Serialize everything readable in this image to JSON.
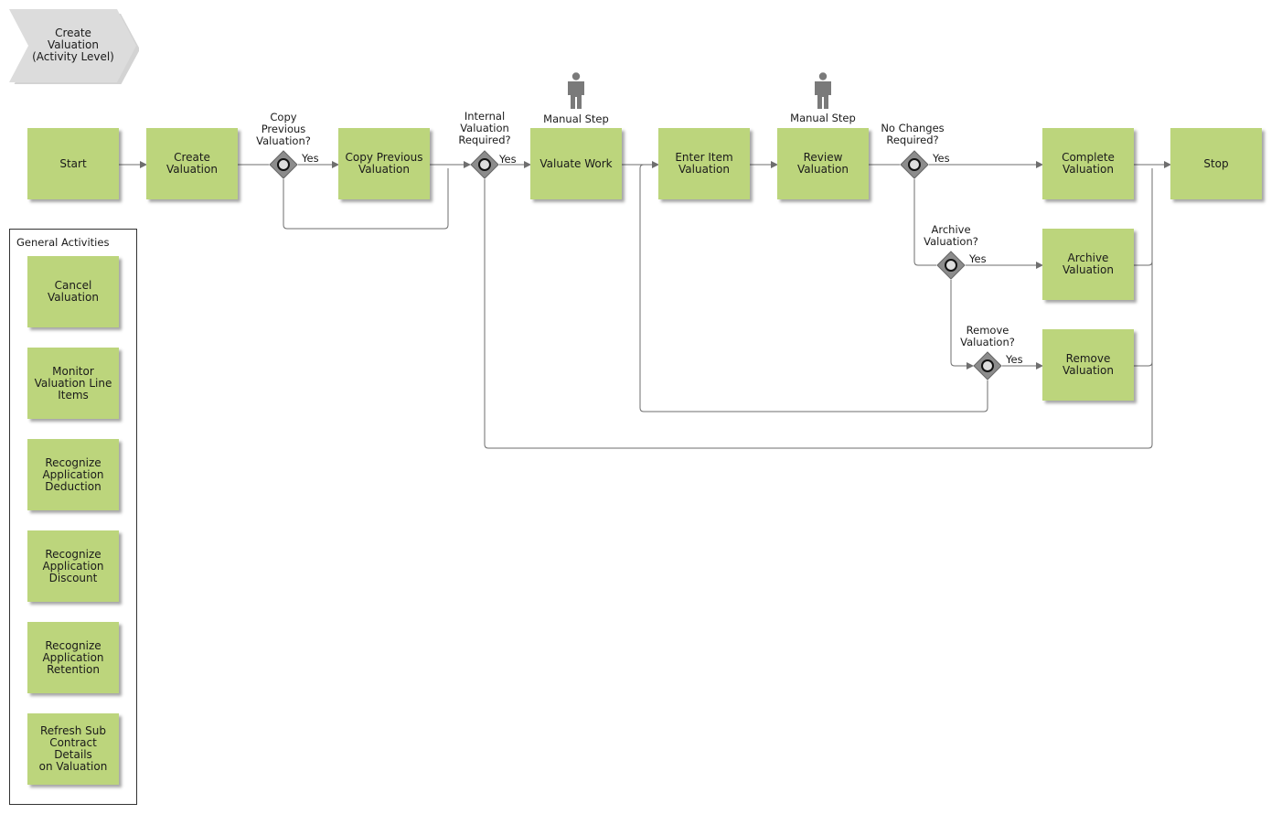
{
  "header": {
    "chevron_label": "Create\nValuation\n(Activity Level)"
  },
  "activities": {
    "start": "Start",
    "create_valuation": "Create Valuation",
    "copy_previous_valuation": "Copy Previous\nValuation",
    "valuate_work": "Valuate Work",
    "enter_item_valuation": "Enter Item\nValuation",
    "review_valuation": "Review\nValuation",
    "complete_valuation": "Complete\nValuation",
    "stop": "Stop",
    "archive_valuation": "Archive\nValuation",
    "remove_valuation": "Remove\nValuation"
  },
  "gateways": {
    "copy_previous": "Copy\nPrevious\nValuation?",
    "internal_valuation": "Internal\nValuation\nRequired?",
    "no_changes": "No Changes\nRequired?",
    "archive": "Archive\nValuation?",
    "remove": "Remove\nValuation?"
  },
  "flow_labels": {
    "yes": "Yes"
  },
  "manual_step_label": "Manual Step",
  "general_activities": {
    "title": "General Activities",
    "items": [
      "Cancel Valuation",
      "Monitor\nValuation Line\nItems",
      "Recognize\nApplication\nDeduction",
      "Recognize\nApplication\nDiscount",
      "Recognize\nApplication\nRetention",
      "Refresh Sub\nContract Details\non Valuation"
    ]
  },
  "colors": {
    "activity_fill": "#bcd57c",
    "chevron_fill": "#dcdcdc",
    "gateway_fill": "#8c8c8c",
    "connector": "#6e6e6e",
    "person": "#7a7a7a"
  },
  "icons": {
    "manual_step": "person-icon",
    "gateway": "gateway-diamond-icon"
  }
}
